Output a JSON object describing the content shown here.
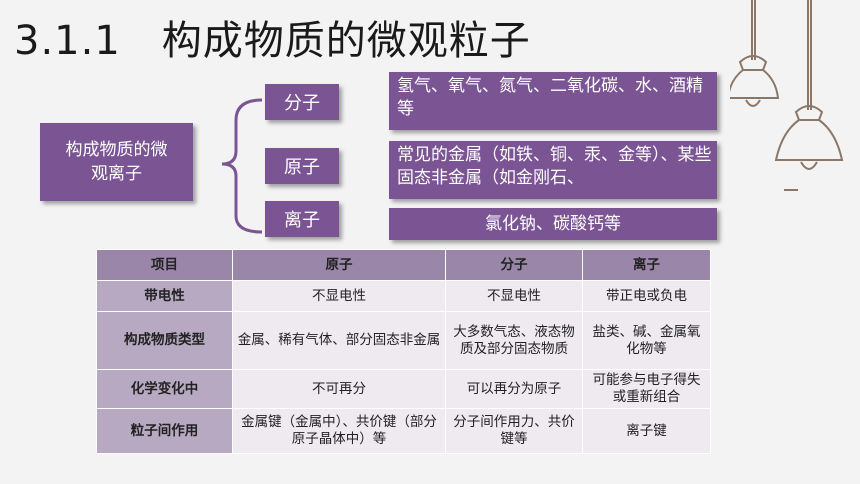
{
  "title": "3.1.1　构成物质的微观粒子",
  "main_box": "构成物质的微观离子",
  "categories": [
    {
      "label": "分子",
      "desc": "氢气、氧气、氮气、二氧化碳、水、酒精等"
    },
    {
      "label": "原子",
      "desc": "常见的金属（如铁、铜、汞、金等）、某些固态非金属（如金刚石、"
    },
    {
      "label": "离子",
      "desc": "氯化钠、碳酸钙等"
    }
  ],
  "table": {
    "headers": [
      "项目",
      "原子",
      "分子",
      "离子"
    ],
    "rows": [
      {
        "label": "带电性",
        "cells": [
          "不显电性",
          "不显电性",
          "带正电或负电"
        ]
      },
      {
        "label": "构成物质类型",
        "cells": [
          "金属、稀有气体、部分固态非金属",
          "大多数气态、液态物质及部分固态物质",
          "盐类、碱、金属氧化物等"
        ]
      },
      {
        "label": "化学变化中",
        "cells": [
          "不可再分",
          "可以再分为原子",
          "可能参与电子得失或重新组合"
        ]
      },
      {
        "label": "粒子间作用",
        "cells": [
          "金属键（金属中）、共价键（部分原子晶体中）等",
          "分子间作用力、共价键等",
          "离子键"
        ]
      }
    ]
  }
}
